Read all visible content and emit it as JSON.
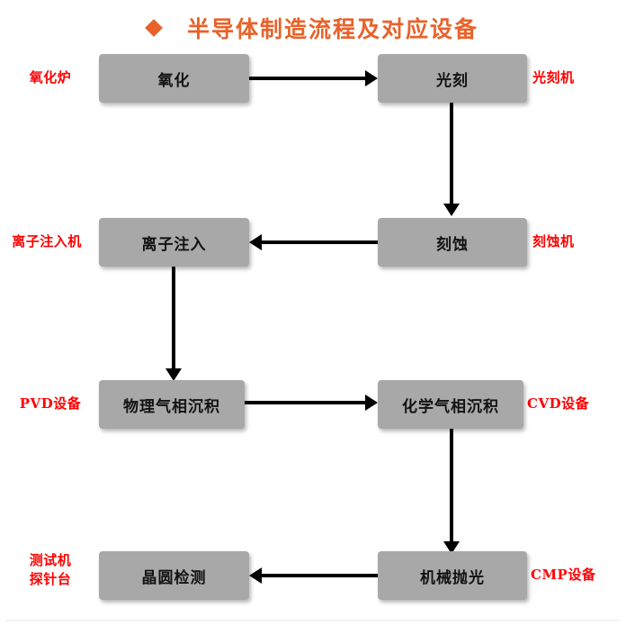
{
  "title": {
    "bullet": "diamond-bullet-icon",
    "text": "半导体制造流程及对应设备",
    "color": "#e8622a"
  },
  "colors": {
    "box_fill": "#a8a8a8",
    "box_text": "#121212",
    "equipment_label": "#ff0000",
    "connector": "#000000",
    "background": "#ffffff"
  },
  "process_steps": [
    {
      "id": "oxidation",
      "label": "氧化",
      "row": 1,
      "column": "left"
    },
    {
      "id": "photolithography",
      "label": "光刻",
      "row": 1,
      "column": "right"
    },
    {
      "id": "ion-implantation",
      "label": "离子注入",
      "row": 2,
      "column": "left"
    },
    {
      "id": "etching",
      "label": "刻蚀",
      "row": 2,
      "column": "right"
    },
    {
      "id": "pvd",
      "label": "物理气相沉积",
      "row": 3,
      "column": "left"
    },
    {
      "id": "cvd",
      "label": "化学气相沉积",
      "row": 3,
      "column": "right"
    },
    {
      "id": "wafer-inspection",
      "label": "晶圆检测",
      "row": 4,
      "column": "left"
    },
    {
      "id": "cmp",
      "label": "机械抛光",
      "row": 4,
      "column": "right"
    }
  ],
  "equipment_labels": {
    "oxidation": {
      "text": "氧化炉",
      "side": "left"
    },
    "photolithography": {
      "text": "光刻机",
      "side": "right"
    },
    "ion_implantation": {
      "text": "离子注入机",
      "side": "left"
    },
    "etching": {
      "text": "刻蚀机",
      "side": "right"
    },
    "pvd": {
      "text": "PVD设备",
      "side": "left"
    },
    "cvd": {
      "text": "CVD设备",
      "side": "right"
    },
    "wafer_inspection": {
      "line1": "测试机",
      "line2": "探针台",
      "side": "left"
    },
    "cmp": {
      "text": "CMP设备",
      "side": "right"
    }
  },
  "flow": [
    {
      "from": "oxidation",
      "to": "photolithography",
      "direction": "right"
    },
    {
      "from": "photolithography",
      "to": "etching",
      "direction": "down"
    },
    {
      "from": "etching",
      "to": "ion-implantation",
      "direction": "left"
    },
    {
      "from": "ion-implantation",
      "to": "pvd",
      "direction": "down"
    },
    {
      "from": "pvd",
      "to": "cvd",
      "direction": "right"
    },
    {
      "from": "cvd",
      "to": "cmp",
      "direction": "down"
    },
    {
      "from": "cmp",
      "to": "wafer-inspection",
      "direction": "left"
    }
  ]
}
